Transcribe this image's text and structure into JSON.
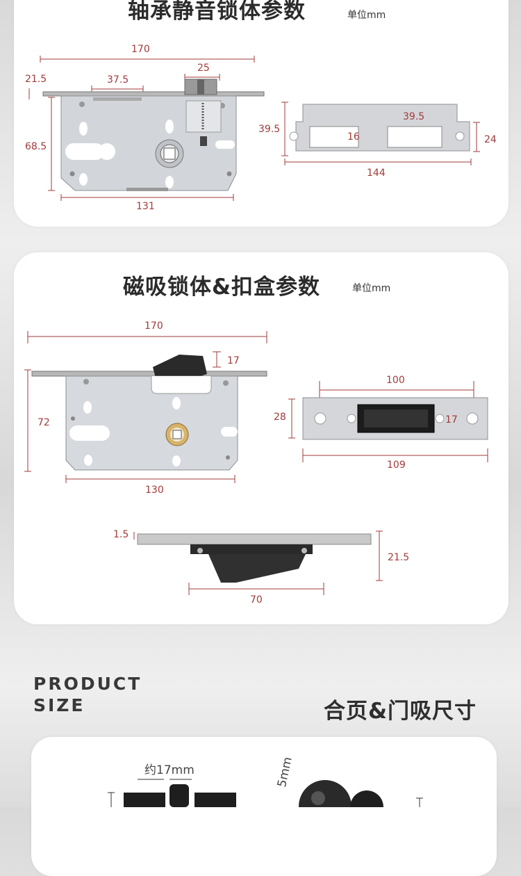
{
  "section1": {
    "title": "轴承静音锁体参数",
    "unit": "单位mm",
    "dims": {
      "width_total": "170",
      "left_offset": "21.5",
      "top_span": "37.5",
      "latch_width": "25",
      "height": "68.5",
      "bottom_width": "131",
      "strike_height": "39.5",
      "strike_slot_height": "16",
      "strike_slot_width": "39.5",
      "strike_side": "24",
      "strike_width": "144"
    }
  },
  "section2": {
    "title": "磁吸锁体&扣盒参数",
    "unit": "单位mm",
    "dims": {
      "width_total": "170",
      "latch": "17",
      "height": "72",
      "bottom_width": "130",
      "box_span": "100",
      "box_height": "28",
      "box_inner": "17",
      "box_width": "109",
      "side_thickness": "1.5",
      "side_depth": "21.5",
      "side_width": "70"
    }
  },
  "section3": {
    "heading_en_line1": "PRODUCT",
    "heading_en_line2": "SIZE",
    "heading_cn": "合页&门吸尺寸",
    "hinge_note": "约17mm",
    "doorstop_note": "5mm"
  }
}
